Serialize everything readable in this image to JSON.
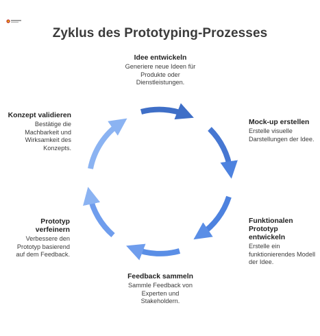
{
  "title": "Zyklus des Prototyping-Prozesses",
  "logo_icon": "brand-logo-icon",
  "colors": {
    "dark_blue": "#3f6fc7",
    "mid_blue": "#5a8ee6",
    "light_blue": "#8bb3f2"
  },
  "steps": [
    {
      "heading": "Idee entwickeln",
      "text": "Generiere neue Ideen für Produkte oder Dienstleistungen."
    },
    {
      "heading": "Mock-up erstellen",
      "text": "Erstelle visuelle Darstellungen der Idee."
    },
    {
      "heading": "Funktionalen Prototyp entwickeln",
      "text": "Erstelle ein funktionierendes Modell der Idee."
    },
    {
      "heading": "Feedback sammeln",
      "text": "Sammle Feedback von Experten und Stakeholdern."
    },
    {
      "heading": "Prototyp verfeinern",
      "text": "Verbessere den Prototyp basierend auf dem Feedback."
    },
    {
      "heading": "Konzept validieren",
      "text": "Bestätige die Machbarkeit und Wirksamkeit des Konzepts."
    }
  ]
}
